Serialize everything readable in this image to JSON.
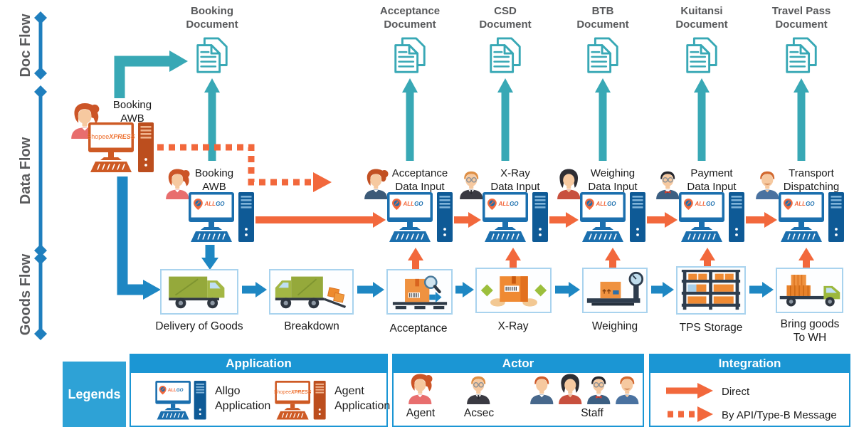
{
  "colors": {
    "teal": "#38A8B5",
    "blue": "#1E87C3",
    "orange": "#F2683C",
    "rail_blue": "#1F7FBE",
    "header_blue": "#1B96D4",
    "legend_box_blue": "#2EA2D6",
    "allgo_blue": "#1B6FAE",
    "shopee_orange": "#CE5A24",
    "label_gray": "#58595B",
    "goods_border": "#A9D3EE"
  },
  "lanes": [
    {
      "label": "Doc Flow"
    },
    {
      "label": "Data Flow"
    },
    {
      "label": "Goods Flow"
    }
  ],
  "brands": {
    "allgo_part1": "ALL",
    "allgo_part2": "GO",
    "shopee_part1": "Shopee",
    "shopee_part2": "XPRESS"
  },
  "documents": [
    {
      "label": "Booking\nDocument",
      "icon": "document-pages-icon"
    },
    {
      "label": "Acceptance\nDocument",
      "icon": "document-pages-icon"
    },
    {
      "label": "CSD\nDocument",
      "icon": "document-pages-icon"
    },
    {
      "label": "BTB\nDocument",
      "icon": "document-pages-icon"
    },
    {
      "label": "Kuitansi\nDocument",
      "icon": "document-pages-icon"
    },
    {
      "label": "Travel Pass\nDocument",
      "icon": "document-pages-icon"
    }
  ],
  "stations": [
    {
      "label": "Booking\nAWB",
      "application": "Agent Application",
      "actor": "agent-woman"
    },
    {
      "label": "Booking\nAWB",
      "application": "Allgo Application",
      "actor": "agent-woman"
    },
    {
      "label": "Acceptance\nData Input",
      "application": "Allgo Application",
      "actor": "staff-woman-navy"
    },
    {
      "label": "X-Ray\nData Input",
      "application": "Allgo Application",
      "actor": "acsec-man"
    },
    {
      "label": "Weighing\nData Input",
      "application": "Allgo Application",
      "actor": "staff-woman-black-hair"
    },
    {
      "label": "Payment\nData Input",
      "application": "Allgo Application",
      "actor": "staff-man-bowtie"
    },
    {
      "label": "Transport\nDispatching",
      "application": "Allgo Application",
      "actor": "staff-man-mustache"
    }
  ],
  "goods": [
    {
      "label": "Delivery of Goods",
      "icon": "delivery-truck-icon"
    },
    {
      "label": "Breakdown",
      "icon": "breakdown-truck-icon"
    },
    {
      "label": "Acceptance",
      "icon": "acceptance-box-icon"
    },
    {
      "label": "X-Ray",
      "icon": "xray-box-icon"
    },
    {
      "label": "Weighing",
      "icon": "weighing-scale-icon"
    },
    {
      "label": "TPS Storage",
      "icon": "storage-shelf-icon"
    },
    {
      "label": "Bring goods\nTo WH",
      "icon": "loaded-truck-icon"
    }
  ],
  "legends": {
    "title": "Legends",
    "application": {
      "title": "Application",
      "items": [
        {
          "label": "Allgo\nApplication"
        },
        {
          "label": "Agent\nApplication"
        }
      ]
    },
    "actor": {
      "title": "Actor",
      "items": [
        {
          "label": "Agent"
        },
        {
          "label": "Acsec"
        },
        {
          "label": "Staff"
        }
      ]
    },
    "integration": {
      "title": "Integration",
      "items": [
        {
          "label": "Direct"
        },
        {
          "label": "By API/Type-B Message"
        }
      ]
    }
  }
}
